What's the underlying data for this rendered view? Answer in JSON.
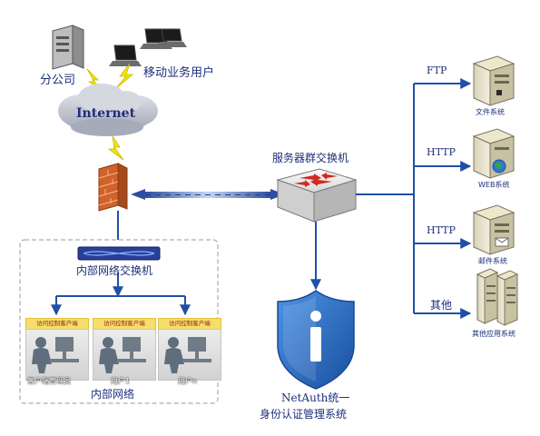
{
  "top": {
    "branch_label": "分公司",
    "mobile_label": "移动业务用户",
    "internet_label": "Internet"
  },
  "lan": {
    "switch_label": "内部网络交换机",
    "lan_label": "内部网络",
    "clients": [
      {
        "tag": "访问控制客户端",
        "name": "客户端管理员"
      },
      {
        "tag": "访问控制客户端",
        "name": "用户1"
      },
      {
        "tag": "访问控制客户端",
        "name": "用户n"
      }
    ]
  },
  "core": {
    "server_switch_label": "服务器群交换机",
    "auth_line1": "NetAuth统一",
    "auth_line2": "身份认证管理系统"
  },
  "servers": [
    {
      "protocol": "FTP",
      "name": "文件系统"
    },
    {
      "protocol": "HTTP",
      "name": "WEB系统"
    },
    {
      "protocol": "HTTP",
      "name": "邮件系统"
    },
    {
      "protocol": "其他",
      "name": "其他应用系统"
    }
  ],
  "colors": {
    "link": "#1f4fa8",
    "cloud": "#c9ccd6",
    "bolt": "#f2e600",
    "firewall": "#d0622a",
    "shield": "#2a6fc7",
    "switch_body": "#e8e8e8"
  }
}
